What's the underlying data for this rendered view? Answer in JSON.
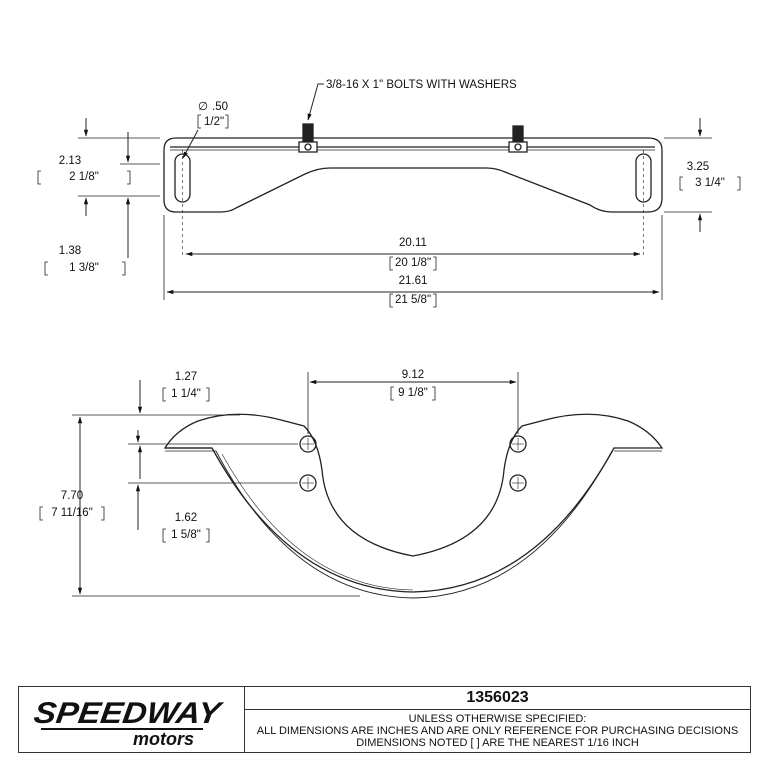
{
  "top_view": {
    "bolt_callout": "3/8-16 X 1\" BOLTS WITH WASHERS",
    "hole_dia": {
      "decimal": ".50",
      "fraction": "1/2\"",
      "symbol": "∅"
    },
    "dim_2_13": {
      "decimal": "2.13",
      "fraction": "2 1/8\""
    },
    "dim_1_38": {
      "decimal": "1.38",
      "fraction": "1 3/8\""
    },
    "dim_3_25": {
      "decimal": "3.25",
      "fraction": "3 1/4\""
    },
    "dim_20_11": {
      "decimal": "20.11",
      "fraction": "20 1/8\""
    },
    "dim_21_61": {
      "decimal": "21.61",
      "fraction": "21 5/8\""
    }
  },
  "front_view": {
    "dim_1_27": {
      "decimal": "1.27",
      "fraction": "1 1/4\""
    },
    "dim_9_12": {
      "decimal": "9.12",
      "fraction": "9 1/8\""
    },
    "dim_7_70": {
      "decimal": "7.70",
      "fraction": "7 11/16\""
    },
    "dim_1_62": {
      "decimal": "1.62",
      "fraction": "1 5/8\""
    }
  },
  "title_block": {
    "logo_top": "SPEEDWAY",
    "logo_bottom": "motors",
    "part_number": "1356023",
    "spec_line_1": "UNLESS OTHERWISE SPECIFIED:",
    "spec_line_2": "ALL DIMENSIONS ARE INCHES AND ARE ONLY REFERENCE FOR PURCHASING DECISIONS",
    "spec_line_3": "DIMENSIONS NOTED [ ] ARE THE NEAREST 1/16 INCH"
  },
  "colors": {
    "line": "#222222",
    "background": "#ffffff"
  }
}
